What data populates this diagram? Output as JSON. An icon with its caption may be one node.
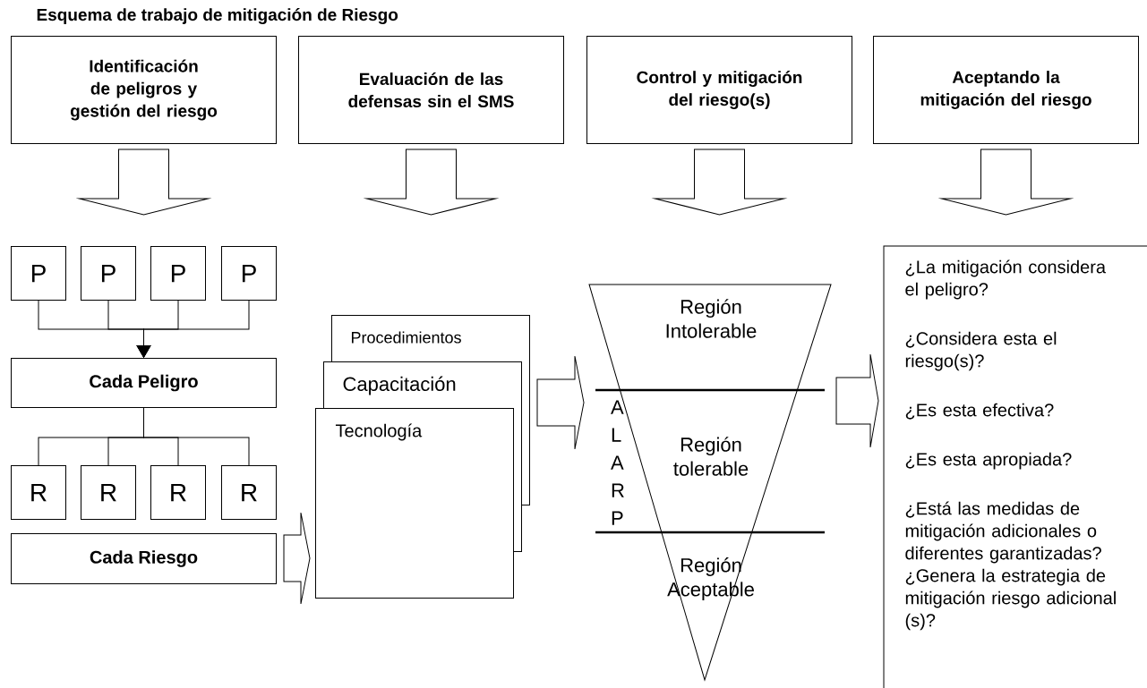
{
  "diagram": {
    "title": "Esquema de trabajo de mitigación de Riesgo",
    "nodes": [
      {
        "text": [
          "Identificación de peligros y gestión del riesgo"
        ]
      },
      {
        "text": [
          "Evaluación de las defensas sin el SMS"
        ]
      },
      {
        "text": [
          "Control y mitigación del riesgo(s)"
        ]
      },
      {
        "text": [
          "Aceptando la mitigación del riesgo"
        ]
      },
      {
        "text": [
          "P"
        ]
      },
      {
        "text": [
          "P"
        ]
      },
      {
        "text": [
          "P"
        ]
      },
      {
        "text": [
          "P"
        ]
      },
      {
        "text": [
          "Cada Peligro"
        ]
      },
      {
        "text": [
          "R"
        ]
      },
      {
        "text": [
          "R"
        ]
      },
      {
        "text": [
          "R"
        ]
      },
      {
        "text": [
          "R"
        ]
      },
      {
        "text": [
          "Cada Riesgo"
        ]
      },
      {
        "text": [
          "Procedimientos"
        ]
      },
      {
        "text": [
          "Capacitación"
        ]
      },
      {
        "text": [
          "Tecnología"
        ]
      },
      {
        "text": [
          "Región Intolerable",
          "Región tolerable",
          "Región Aceptable"
        ],
        "beside": [
          "A L A R P"
        ]
      },
      {
        "text": [
          "¿La mitigación considera el peligro?",
          "¿Considera esta el riesgo(s)?",
          "¿Es esta efectiva?",
          "¿Es esta apropiada?",
          "¿Está las medidas de mitigación adicionales o diferentes garantizadas?",
          "¿Genera la estrategia de mitigación riesgo adicional (s)?"
        ]
      }
    ],
    "edges": [
      {
        "from": 0,
        "to": null,
        "arrow": "to"
      },
      {
        "from": 1,
        "to": null,
        "arrow": "to"
      },
      {
        "from": 2,
        "to": null,
        "arrow": "to"
      },
      {
        "from": 3,
        "to": null,
        "arrow": "to"
      },
      {
        "from": 4,
        "to": 8,
        "arrow": "to"
      },
      {
        "from": 5,
        "to": 8,
        "arrow": "to"
      },
      {
        "from": 6,
        "to": 8,
        "arrow": "to"
      },
      {
        "from": 7,
        "to": 8,
        "arrow": "to"
      },
      {
        "from": 8,
        "to": 9,
        "arrow": "none"
      },
      {
        "from": 8,
        "to": 10,
        "arrow": "none"
      },
      {
        "from": 8,
        "to": 11,
        "arrow": "none"
      },
      {
        "from": 8,
        "to": 12,
        "arrow": "none"
      },
      {
        "from": 13,
        "to": 16,
        "arrow": "to"
      },
      {
        "from": 14,
        "to": 17,
        "arrow": "to"
      },
      {
        "from": 17,
        "to": 18,
        "arrow": "to"
      }
    ]
  }
}
